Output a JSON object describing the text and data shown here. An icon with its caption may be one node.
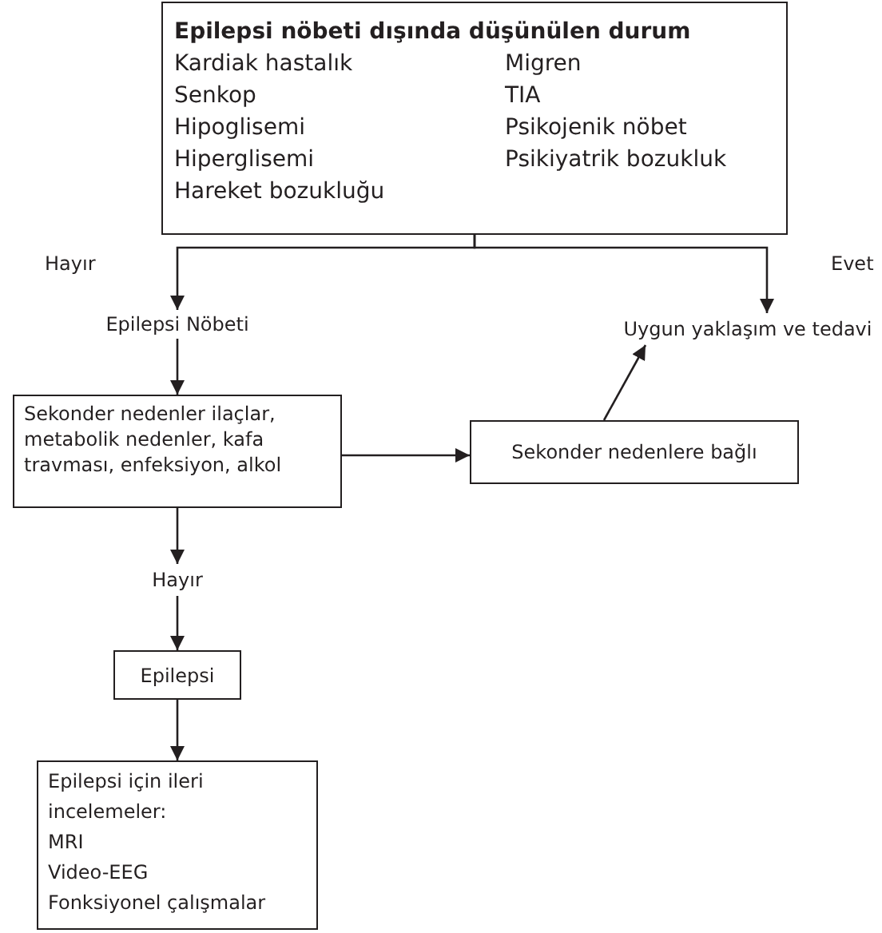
{
  "diagram": {
    "nodes": [
      {
        "text": [
          "Epilepsi nöbeti dışında düşünülen durum",
          "Kardiak hastalık",
          "Migren",
          "Senkop",
          "TIA",
          "Hipoglisemi",
          "Psikojenik nöbet",
          "Hiperglisemi",
          "Psikiyatrik bozukluk",
          "Hareket bozukluğu"
        ]
      },
      {
        "text": [
          "Epilepsi Nöbeti"
        ]
      },
      {
        "text": [
          "Uygun yaklaşım ve tedavi"
        ]
      },
      {
        "text": [
          "Sekonder nedenler ilaçlar, metabolik nedenler, kafa travması, enfeksiyon, alkol"
        ]
      },
      {
        "text": [
          "Sekonder nedenlere bağlı"
        ]
      },
      {
        "text": [
          "Hayır"
        ]
      },
      {
        "text": [
          "Epilepsi"
        ]
      },
      {
        "text": [
          "Epilepsi için ileri incelemeler:",
          "MRI",
          "Video-EEG",
          "Fonksiyonel çalışmalar"
        ]
      }
    ],
    "edges": [
      {
        "from": 0,
        "to": 1,
        "arrow": "to",
        "label": "Hayır"
      },
      {
        "from": 0,
        "to": 2,
        "arrow": "to",
        "label": "Evet"
      },
      {
        "from": 1,
        "to": 3,
        "arrow": "to"
      },
      {
        "from": 3,
        "to": 4,
        "arrow": "to"
      },
      {
        "from": 4,
        "to": 2,
        "arrow": "to"
      },
      {
        "from": 3,
        "to": 5,
        "arrow": "to"
      },
      {
        "from": 5,
        "to": 6,
        "arrow": "to"
      },
      {
        "from": 6,
        "to": 7,
        "arrow": "to"
      }
    ]
  }
}
